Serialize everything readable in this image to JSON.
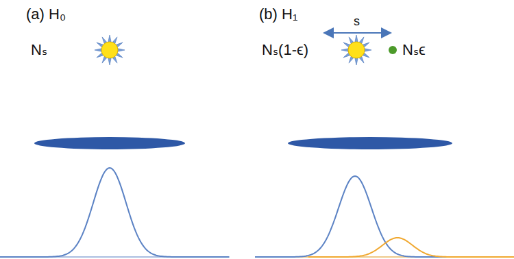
{
  "diagram": {
    "labels": [
      "(a)  H₀",
      "Nₛ",
      "(b)  H₁",
      "s",
      "Nₛ(1-ϵ)",
      "Nₛϵ"
    ]
  }
}
